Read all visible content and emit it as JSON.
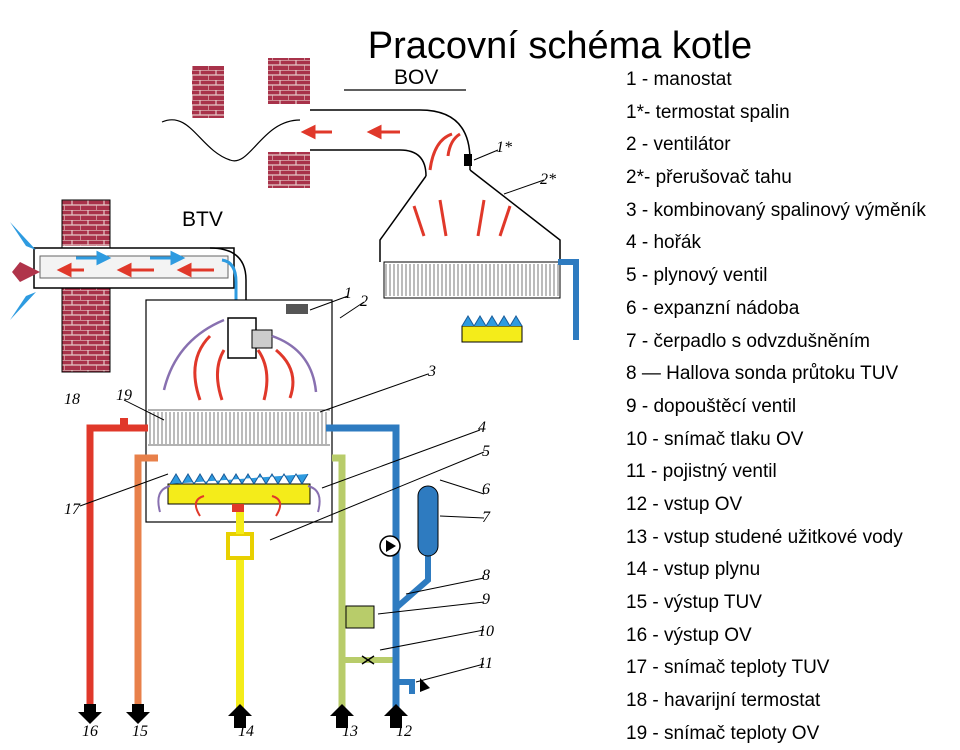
{
  "title": "Pracovní schéma kotle",
  "labels": {
    "bov": "BOV",
    "btv": "BTV",
    "n1": "1",
    "n1s": "1*",
    "n2": "2",
    "n2s": "2*",
    "n3": "3",
    "n4": "4",
    "n5": "5",
    "n6": "6",
    "n7": "7",
    "n8": "8",
    "n9": "9",
    "n10": "10",
    "n11": "11",
    "n12": "12",
    "n13": "13",
    "n14": "14",
    "n15": "15",
    "n16": "16",
    "n17": "17",
    "n18": "18",
    "n19": "19"
  },
  "legend": [
    {
      "num": "1",
      "sep": " - ",
      "text": "manostat"
    },
    {
      "num": "1*",
      "sep": "- ",
      "text": "termostat spalin"
    },
    {
      "num": "2",
      "sep": " - ",
      "text": "ventilátor"
    },
    {
      "num": "2*",
      "sep": "- ",
      "text": "přerušovač tahu"
    },
    {
      "num": "3",
      "sep": " - ",
      "text": "kombinovaný spalinový výměník"
    },
    {
      "num": "4",
      "sep": " - ",
      "text": "hořák"
    },
    {
      "num": "5",
      "sep": " - ",
      "text": "plynový ventil"
    },
    {
      "num": "6",
      "sep": " - ",
      "text": "expanzní nádoba"
    },
    {
      "num": "7",
      "sep": " - ",
      "text": "čerpadlo s odvzdušněním"
    },
    {
      "num": "8",
      "sep": " — ",
      "text": "Hallova sonda průtoku TUV"
    },
    {
      "num": "9",
      "sep": " - ",
      "text": "dopouštěcí ventil"
    },
    {
      "num": "10",
      "sep": " - ",
      "text": "snímač tlaku OV"
    },
    {
      "num": "11",
      "sep": " - ",
      "text": "pojistný ventil"
    },
    {
      "num": "12",
      "sep": " - ",
      "text": "vstup OV"
    },
    {
      "num": "13",
      "sep": " - ",
      "text": "vstup studené užitkové vody"
    },
    {
      "num": "14",
      "sep": " - ",
      "text": "vstup plynu"
    },
    {
      "num": "15",
      "sep": " - ",
      "text": "výstup TUV"
    },
    {
      "num": "16",
      "sep": " - ",
      "text": "výstup OV"
    },
    {
      "num": "17",
      "sep": " - ",
      "text": "snímač teploty TUV"
    },
    {
      "num": "18",
      "sep": " - ",
      "text": "havarijní termostat"
    },
    {
      "num": "19",
      "sep": " - ",
      "text": "snímač teploty OV"
    }
  ],
  "colors": {
    "hot_water": "#e0382a",
    "tuv_out": "#e8804a",
    "gas": "#f4ec1a",
    "cold_in": "#b8cc6a",
    "ov_return": "#2e7bc0",
    "brick": "#b0344a",
    "flue": "#e0382a",
    "air": "#2e9be0"
  }
}
